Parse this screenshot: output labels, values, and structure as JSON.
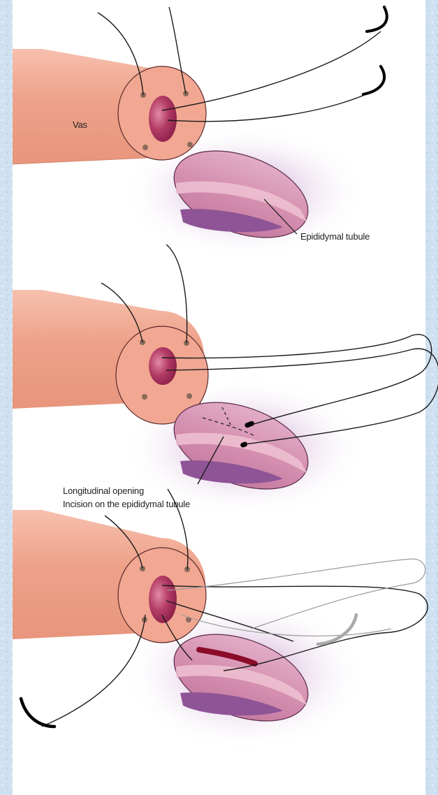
{
  "labels": {
    "vas": "Vas",
    "epididymal_tubule": "Epididymal tubule",
    "longitudinal_opening": "Longitudinal opening",
    "incision": "Incision on the epididymal tubule"
  },
  "colors": {
    "background_light": "#ffffff",
    "background_frame": "#cfe1f0",
    "vas_outer": "#eda48e",
    "vas_face": "#f2a792",
    "lumen": "#a5305a",
    "tubule_outer": "#d391b1",
    "tubule_inner": "#8e5496",
    "tubule_band": "#cb6c8e",
    "suture": "#1a1a1a",
    "needle": "#000000",
    "incision_slit": "#8a0c28",
    "gray_needle": "#aaaaaa"
  }
}
